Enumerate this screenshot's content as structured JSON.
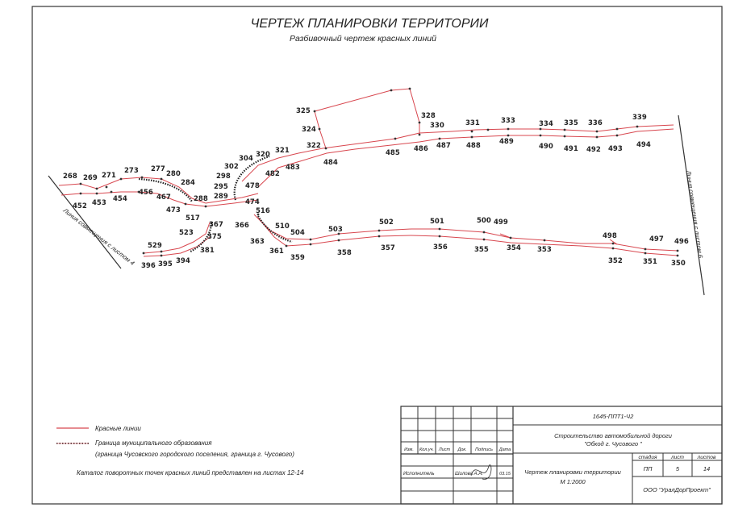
{
  "title": "ЧЕРТЕЖ ПЛАНИРОВКИ ТЕРРИТОРИИ",
  "subtitle": "Разбивочный чертеж красных линий",
  "side_labels": {
    "left": "Линия совмещения с листом 4",
    "right": "Линия совмещения с листом 6"
  },
  "legend": {
    "red_lines": "Красные линии",
    "municipal_line1": "Граница муниципального образования",
    "municipal_line2": "(граница Чусовского городского поселения, граница г. Чусового)",
    "catalog_note": "Каталог поворотных точек красных линий представлен на листах 12-14",
    "colors": {
      "red_line": "#d8474f",
      "boundary": "#333333"
    }
  },
  "points": {
    "left_upper": [
      "268",
      "269",
      "271",
      "273",
      "277",
      "280",
      "284",
      "288",
      "452",
      "453",
      "454",
      "456",
      "467",
      "473"
    ],
    "center": [
      "298",
      "302",
      "304",
      "320",
      "321",
      "322",
      "324",
      "325",
      "328",
      "330",
      "295",
      "289",
      "478",
      "474",
      "482",
      "483",
      "484",
      "485",
      "486",
      "487",
      "517",
      "516",
      "366",
      "367",
      "375",
      "523",
      "529",
      "510",
      "504",
      "503",
      "502",
      "501",
      "500",
      "499",
      "498",
      "497",
      "496"
    ],
    "lower": [
      "363",
      "361",
      "359",
      "358",
      "357",
      "356",
      "355",
      "354",
      "353",
      "352",
      "351",
      "350",
      "381",
      "394",
      "395",
      "396"
    ],
    "upper_right": [
      "331",
      "333",
      "334",
      "335",
      "336",
      "339",
      "488",
      "489",
      "490",
      "491",
      "492",
      "493",
      "494"
    ]
  },
  "title_block": {
    "code": "1645-ППТ1-Ч2",
    "project_line1": "Строительство автомобильной дороги",
    "project_line2": "\"Обход г. Чусового \"",
    "headers": {
      "izm": "Изм.",
      "kol": "Кол.уч.",
      "list": "Лист",
      "doc": "Док.",
      "sign": "Подпись",
      "date": "Дата"
    },
    "executor_label": "Исполнитель",
    "executor_name": "Шилова А.А.",
    "date_value": "03.15",
    "drawing_name": "Чертеж планировки территории",
    "scale": "М 1:2000",
    "stage_label": "стадия",
    "sheet_label": "лист",
    "sheets_label": "листов",
    "stage_value": "ПП",
    "sheet_value": "5",
    "sheets_value": "14",
    "company": "ООО \"УралДорПроект\""
  }
}
